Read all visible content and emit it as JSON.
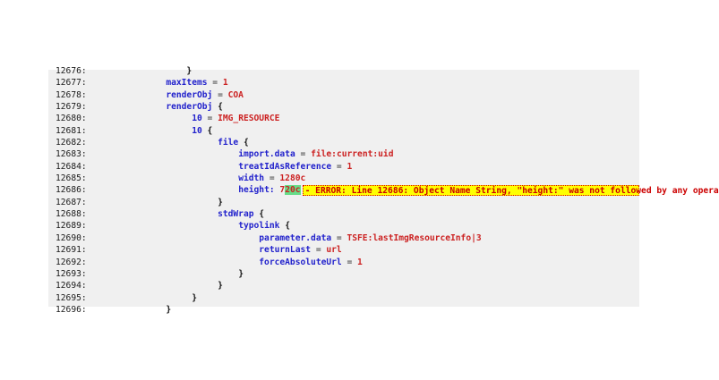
{
  "panel": {
    "name": "typoscript-object-browser",
    "background_color": "#f0f0f0",
    "page_background_color": "#ffffff"
  },
  "colors": {
    "key": "#2222cc",
    "value": "#cc2222",
    "brace": "#111111",
    "error_text": "#cc0000",
    "error_background": "#ffff00",
    "error_border": "#dd0000",
    "match_highlight": "#66dd88",
    "line_number": "#1a1a1a"
  },
  "error": {
    "text": "- ERROR: Line 12686: Object Name String, \"height:\" was not followed by any opera",
    "line_number": "12686",
    "truncated": true
  },
  "code": {
    "lines": [
      {
        "no": "12676:",
        "indent": 16,
        "segments": [
          {
            "t": "}",
            "c": "br"
          }
        ]
      },
      {
        "no": "12677:",
        "indent": 12,
        "segments": [
          {
            "t": "maxItems",
            "c": "k"
          },
          {
            "t": " = ",
            "c": "op"
          },
          {
            "t": "1",
            "c": "v"
          }
        ]
      },
      {
        "no": "12678:",
        "indent": 12,
        "segments": [
          {
            "t": "renderObj",
            "c": "k"
          },
          {
            "t": " = ",
            "c": "op"
          },
          {
            "t": "COA",
            "c": "v"
          }
        ]
      },
      {
        "no": "12679:",
        "indent": 12,
        "segments": [
          {
            "t": "renderObj",
            "c": "k"
          },
          {
            "t": " ",
            "c": "op"
          },
          {
            "t": "{",
            "c": "br"
          }
        ]
      },
      {
        "no": "12680:",
        "indent": 17,
        "segments": [
          {
            "t": "10",
            "c": "k"
          },
          {
            "t": " = ",
            "c": "op"
          },
          {
            "t": "IMG_RESOURCE",
            "c": "v"
          }
        ]
      },
      {
        "no": "12681:",
        "indent": 17,
        "segments": [
          {
            "t": "10",
            "c": "k"
          },
          {
            "t": " ",
            "c": "op"
          },
          {
            "t": "{",
            "c": "br"
          }
        ]
      },
      {
        "no": "12682:",
        "indent": 22,
        "segments": [
          {
            "t": "file",
            "c": "k"
          },
          {
            "t": " ",
            "c": "op"
          },
          {
            "t": "{",
            "c": "br"
          }
        ]
      },
      {
        "no": "12683:",
        "indent": 26,
        "segments": [
          {
            "t": "import.data",
            "c": "k"
          },
          {
            "t": " = ",
            "c": "op"
          },
          {
            "t": "file:current:uid",
            "c": "v"
          }
        ]
      },
      {
        "no": "12684:",
        "indent": 26,
        "segments": [
          {
            "t": "treatIdAsReference",
            "c": "k"
          },
          {
            "t": " = ",
            "c": "op"
          },
          {
            "t": "1",
            "c": "v"
          }
        ]
      },
      {
        "no": "12685:",
        "indent": 26,
        "segments": [
          {
            "t": "width",
            "c": "k"
          },
          {
            "t": " = ",
            "c": "op"
          },
          {
            "t": "1280c",
            "c": "v"
          }
        ]
      },
      {
        "no": "12686:",
        "indent": 26,
        "segments": [
          {
            "t": "height:",
            "c": "k"
          },
          {
            "t": " ",
            "c": "op"
          },
          {
            "t": "7",
            "c": "v"
          },
          {
            "t": "20c",
            "c": "hl"
          }
        ],
        "error": true
      },
      {
        "no": "12687:",
        "indent": 22,
        "segments": [
          {
            "t": "}",
            "c": "br"
          }
        ]
      },
      {
        "no": "12688:",
        "indent": 22,
        "segments": [
          {
            "t": "stdWrap",
            "c": "k"
          },
          {
            "t": " ",
            "c": "op"
          },
          {
            "t": "{",
            "c": "br"
          }
        ]
      },
      {
        "no": "12689:",
        "indent": 26,
        "segments": [
          {
            "t": "typolink",
            "c": "k"
          },
          {
            "t": " ",
            "c": "op"
          },
          {
            "t": "{",
            "c": "br"
          }
        ]
      },
      {
        "no": "12690:",
        "indent": 30,
        "segments": [
          {
            "t": "parameter.data",
            "c": "k"
          },
          {
            "t": " = ",
            "c": "op"
          },
          {
            "t": "TSFE:lastImgResourceInfo|3",
            "c": "v"
          }
        ]
      },
      {
        "no": "12691:",
        "indent": 30,
        "segments": [
          {
            "t": "returnLast",
            "c": "k"
          },
          {
            "t": " = ",
            "c": "op"
          },
          {
            "t": "url",
            "c": "v"
          }
        ]
      },
      {
        "no": "12692:",
        "indent": 30,
        "segments": [
          {
            "t": "forceAbsoluteUrl",
            "c": "k"
          },
          {
            "t": " = ",
            "c": "op"
          },
          {
            "t": "1",
            "c": "v"
          }
        ]
      },
      {
        "no": "12693:",
        "indent": 26,
        "segments": [
          {
            "t": "}",
            "c": "br"
          }
        ]
      },
      {
        "no": "12694:",
        "indent": 22,
        "segments": [
          {
            "t": "}",
            "c": "br"
          }
        ]
      },
      {
        "no": "12695:",
        "indent": 17,
        "segments": [
          {
            "t": "}",
            "c": "br"
          }
        ]
      },
      {
        "no": "12696:",
        "indent": 12,
        "segments": [
          {
            "t": "}",
            "c": "br"
          }
        ]
      }
    ]
  }
}
